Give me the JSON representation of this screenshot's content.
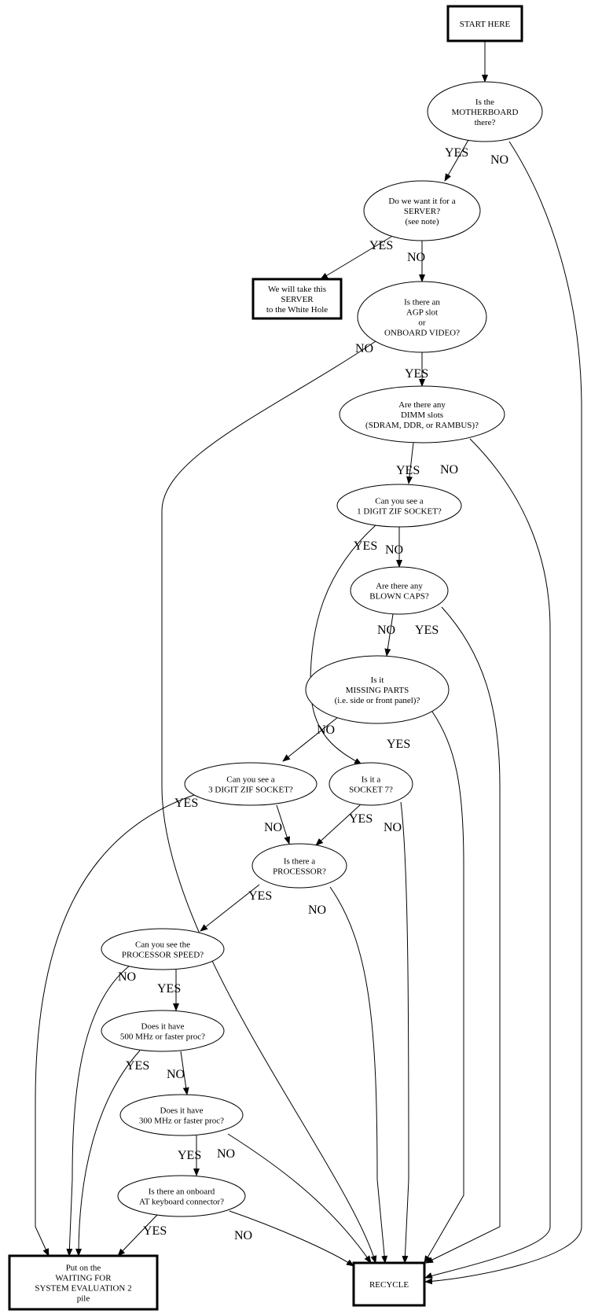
{
  "title": "Motherboard evaluation flowchart",
  "nodes": {
    "start": {
      "lines": [
        "START HERE"
      ]
    },
    "motherboard": {
      "lines": [
        "Is the",
        "MOTHERBOARD",
        "there?"
      ]
    },
    "server": {
      "lines": [
        "Do we want it for a",
        "SERVER?",
        "(see note)"
      ]
    },
    "whitehole": {
      "lines": [
        "We will take this",
        "SERVER",
        "to the White Hole"
      ]
    },
    "agp": {
      "lines": [
        "Is there an",
        "AGP slot",
        "or",
        "ONBOARD VIDEO?"
      ]
    },
    "dimm": {
      "lines": [
        "Are there any",
        "DIMM slots",
        "(SDRAM, DDR, or RAMBUS)?"
      ]
    },
    "zif1": {
      "lines": [
        "Can you see a",
        "1 DIGIT ZIF SOCKET?"
      ]
    },
    "blown": {
      "lines": [
        "Are there any",
        "BLOWN CAPS?"
      ]
    },
    "missing": {
      "lines": [
        "Is it",
        "MISSING PARTS",
        "(i.e. side or front panel)?"
      ]
    },
    "zif3": {
      "lines": [
        "Can you see a",
        "3 DIGIT ZIF SOCKET?"
      ]
    },
    "socket7": {
      "lines": [
        "Is it a",
        "SOCKET 7?"
      ]
    },
    "processor": {
      "lines": [
        "Is there a",
        "PROCESSOR?"
      ]
    },
    "speed": {
      "lines": [
        "Can you see the",
        "PROCESSOR SPEED?"
      ]
    },
    "mhz500": {
      "lines": [
        "Does it have",
        "500 MHz or faster proc?"
      ]
    },
    "mhz300": {
      "lines": [
        "Does it have",
        "300 MHz or faster proc?"
      ]
    },
    "keyboard": {
      "lines": [
        "Is there an onboard",
        "AT keyboard connector?"
      ]
    },
    "waiting": {
      "lines": [
        "Put on the",
        "WAITING FOR",
        "SYSTEM EVALUATION 2",
        "pile"
      ]
    },
    "recycle": {
      "lines": [
        "RECYCLE"
      ]
    }
  },
  "edges": [
    {
      "from": "start",
      "to": "motherboard",
      "label": ""
    },
    {
      "from": "motherboard",
      "to": "server",
      "label": "YES"
    },
    {
      "from": "motherboard",
      "to": "recycle",
      "label": "NO"
    },
    {
      "from": "server",
      "to": "whitehole",
      "label": "YES"
    },
    {
      "from": "server",
      "to": "agp",
      "label": "NO"
    },
    {
      "from": "agp",
      "to": "recycle",
      "label": "NO"
    },
    {
      "from": "agp",
      "to": "dimm",
      "label": "YES"
    },
    {
      "from": "dimm",
      "to": "recycle",
      "label": "NO"
    },
    {
      "from": "dimm",
      "to": "zif1",
      "label": "YES"
    },
    {
      "from": "zif1",
      "to": "socket7",
      "label": "YES"
    },
    {
      "from": "zif1",
      "to": "blown",
      "label": "NO"
    },
    {
      "from": "blown",
      "to": "recycle",
      "label": "YES"
    },
    {
      "from": "blown",
      "to": "missing",
      "label": "NO"
    },
    {
      "from": "missing",
      "to": "zif3",
      "label": "NO"
    },
    {
      "from": "missing",
      "to": "recycle",
      "label": "YES"
    },
    {
      "from": "zif3",
      "to": "waiting",
      "label": "YES"
    },
    {
      "from": "zif3",
      "to": "processor",
      "label": "NO"
    },
    {
      "from": "socket7",
      "to": "processor",
      "label": "YES"
    },
    {
      "from": "socket7",
      "to": "recycle",
      "label": "NO"
    },
    {
      "from": "processor",
      "to": "speed",
      "label": "YES"
    },
    {
      "from": "processor",
      "to": "recycle",
      "label": "NO"
    },
    {
      "from": "speed",
      "to": "mhz500",
      "label": "YES"
    },
    {
      "from": "speed",
      "to": "waiting",
      "label": "NO"
    },
    {
      "from": "mhz500",
      "to": "waiting",
      "label": "YES"
    },
    {
      "from": "mhz500",
      "to": "mhz300",
      "label": "NO"
    },
    {
      "from": "mhz300",
      "to": "keyboard",
      "label": "YES"
    },
    {
      "from": "mhz300",
      "to": "recycle",
      "label": "NO"
    },
    {
      "from": "keyboard",
      "to": "waiting",
      "label": "YES"
    },
    {
      "from": "keyboard",
      "to": "recycle",
      "label": "NO"
    }
  ]
}
